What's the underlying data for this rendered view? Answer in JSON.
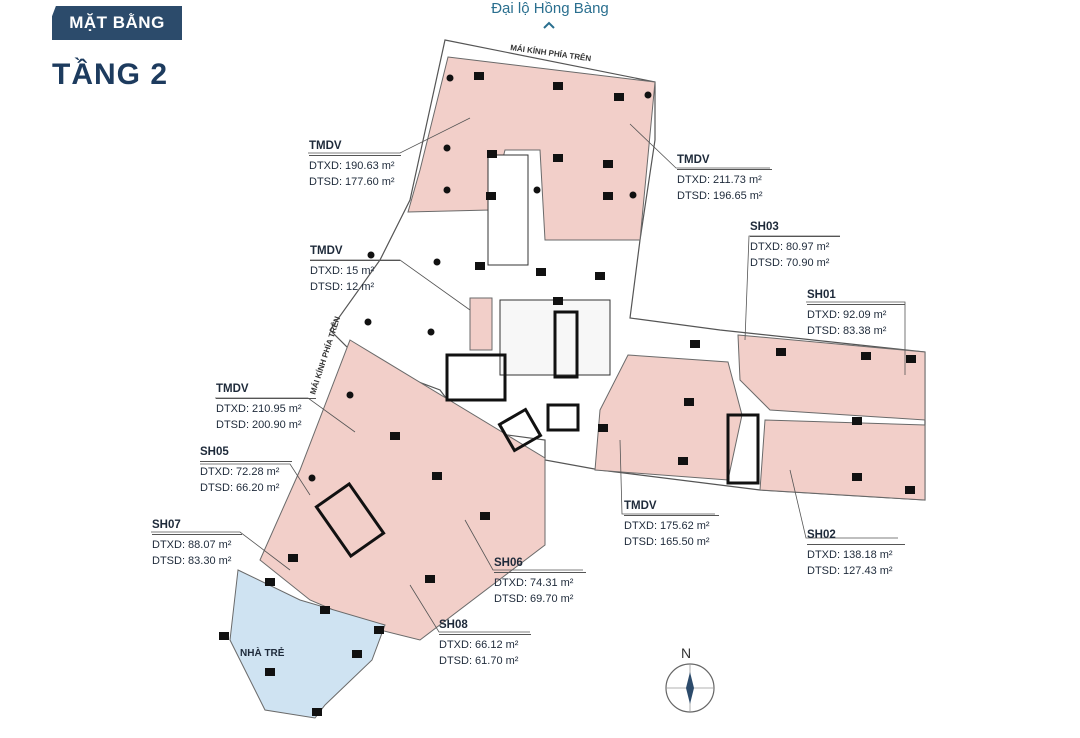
{
  "header": {
    "badge": "MẶT BẰNG",
    "floor": "TẦNG 2"
  },
  "road": {
    "name": "Đại lộ Hồng Bàng"
  },
  "glass_labels": {
    "top": "MÁI KÍNH PHÍA TRÊN",
    "left": "MÁI KÍNH PHÍA TRÊN"
  },
  "zones": [
    {
      "name": "TMDV",
      "dtxd": "DTXD: 190.63 m²",
      "dtsd": "DTSD: 177.60 m²"
    },
    {
      "name": "TMDV",
      "dtxd": "DTXD: 211.73 m²",
      "dtsd": "DTSD: 196.65 m²"
    },
    {
      "name": "TMDV",
      "dtxd": "DTXD: 15 m²",
      "dtsd": "DTSD: 12 m²"
    },
    {
      "name": "SH03",
      "dtxd": "DTXD: 80.97 m²",
      "dtsd": "DTSD: 70.90 m²"
    },
    {
      "name": "SH01",
      "dtxd": "DTXD: 92.09 m²",
      "dtsd": "DTSD: 83.38 m²"
    },
    {
      "name": "TMDV",
      "dtxd": "DTXD: 210.95 m²",
      "dtsd": "DTSD: 200.90 m²"
    },
    {
      "name": "SH05",
      "dtxd": "DTXD: 72.28 m²",
      "dtsd": "DTSD: 66.20 m²"
    },
    {
      "name": "SH07",
      "dtxd": "DTXD: 88.07 m²",
      "dtsd": "DTSD: 83.30 m²"
    },
    {
      "name": "SH06",
      "dtxd": "DTXD: 74.31 m²",
      "dtsd": "DTSD: 69.70 m²"
    },
    {
      "name": "SH08",
      "dtxd": "DTXD: 66.12 m²",
      "dtsd": "DTSD: 61.70 m²"
    },
    {
      "name": "TMDV",
      "dtxd": "DTXD: 175.62 m²",
      "dtsd": "DTSD: 165.50 m²"
    },
    {
      "name": "SH02",
      "dtxd": "DTXD: 138.18 m²",
      "dtsd": "DTSD: 127.43 m²"
    }
  ],
  "kindergarten": {
    "name": "NHÀ TRẺ"
  },
  "compass": {
    "letter": "N"
  },
  "colors": {
    "commercial": "#f2cfc9",
    "kindergarten": "#cfe3f2",
    "navy": "#2c4b6b"
  }
}
